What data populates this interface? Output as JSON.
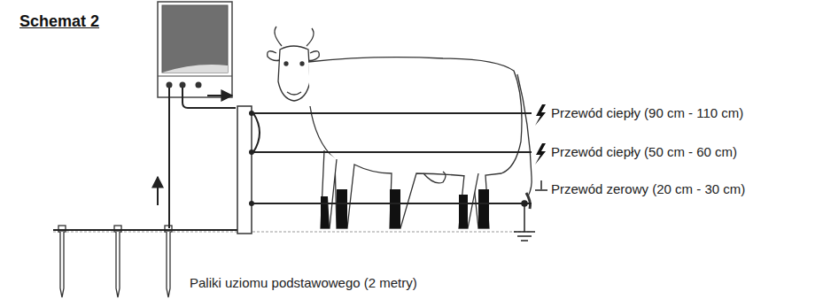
{
  "diagram": {
    "title": "Schemat 2",
    "labels": [
      "Przewód ciepły (90 cm - 110 cm)",
      "Przewód ciepły (50 cm - 60 cm)",
      "Przewód zerowy (20 cm - 30 cm)",
      "Paliki uziomu podstawowego (2 metry)"
    ]
  }
}
